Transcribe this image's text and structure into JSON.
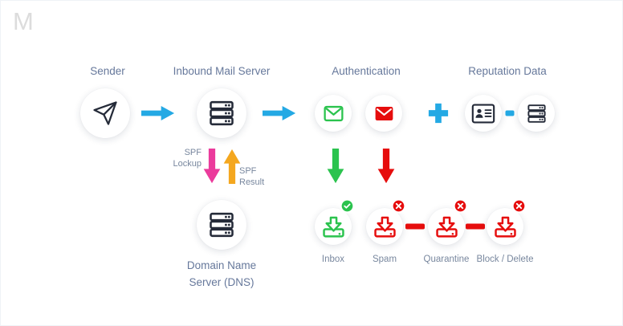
{
  "brand": {
    "logo_text": "M"
  },
  "colors": {
    "blue": "#24A9E4",
    "green": "#2BC34E",
    "red": "#E60D0D",
    "pink": "#EB3B9C",
    "amber": "#F4A71F",
    "icon_dark": "#252B39",
    "heading_text": "#66789B",
    "label_text": "#78879E",
    "logo_gray": "#DCDCDC"
  },
  "headings": {
    "sender": "Sender",
    "inbound_mail_server": "Inbound Mail Server",
    "authentication": "Authentication",
    "reputation_data": "Reputation Data"
  },
  "spf": {
    "lookup_label": "SPF Lockup",
    "result_label": "SPF Result"
  },
  "dns": {
    "label": "Domain Name Server (DNS)"
  },
  "outcomes": [
    {
      "label": "Inbox",
      "badge": "check"
    },
    {
      "label": "Spam",
      "badge": "x"
    },
    {
      "label": "Quarantine",
      "badge": "x"
    },
    {
      "label": "Block / Delete",
      "badge": "x"
    }
  ],
  "icons": {
    "sender": "paper-plane-icon",
    "inbound_mail_server": "server-icon",
    "dns_server": "server-icon",
    "auth_pass": "green-envelope-icon",
    "auth_fail": "red-envelope-icon",
    "combine": "plus-icon",
    "reputation_card": "id-card-icon",
    "reputation_server": "server-icon",
    "delivery": "inbox-tray-icon",
    "pass_badge": "check-badge-icon",
    "fail_badge": "x-badge-icon"
  }
}
